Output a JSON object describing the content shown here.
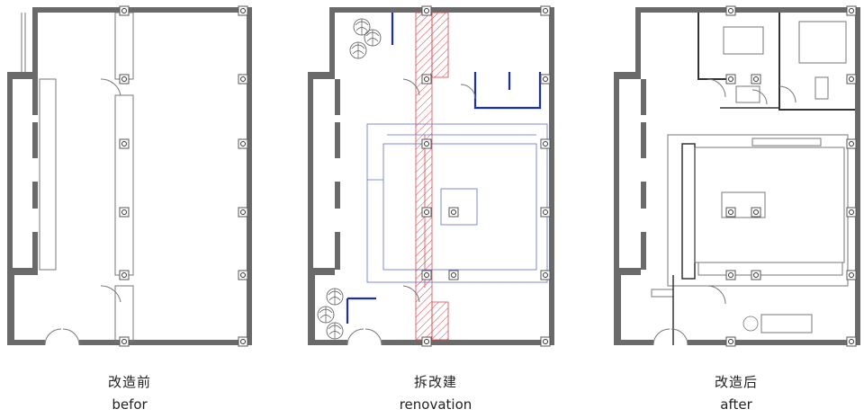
{
  "panels": [
    {
      "id": "before",
      "title_zh": "改造前",
      "title_en": "befor"
    },
    {
      "id": "renovation",
      "title_zh": "拆改建",
      "title_en": "renovation"
    },
    {
      "id": "after",
      "title_zh": "改造后",
      "title_en": "after"
    }
  ],
  "colors": {
    "wall": "#6a6a6a",
    "line": "#777777",
    "demolition": "#e0434b",
    "new_construction": "#1a2fb0",
    "proposed": "#5b6fd6"
  },
  "icons": [
    "plant-icon",
    "column-icon",
    "door-swing-icon"
  ]
}
